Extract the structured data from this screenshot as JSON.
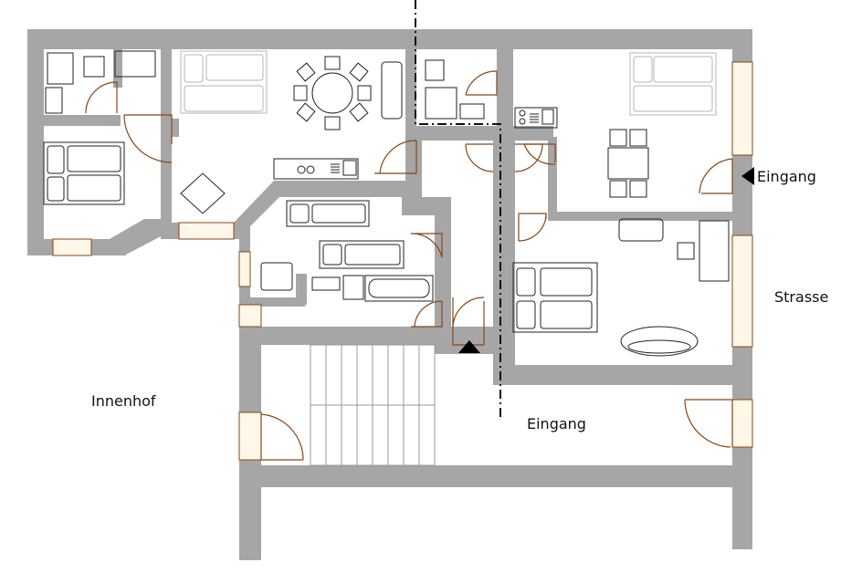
{
  "labels": {
    "eingang_right": "Eingang",
    "strasse": "Strasse",
    "innenhof": "Innenhof",
    "eingang_bottom": "Eingang"
  },
  "colors": {
    "wall": "#a6a6a6",
    "door": "#8b4513",
    "furniture_line": "#222222",
    "faded_furniture": "#b5b5b5",
    "entrance_marker": "#000000"
  }
}
